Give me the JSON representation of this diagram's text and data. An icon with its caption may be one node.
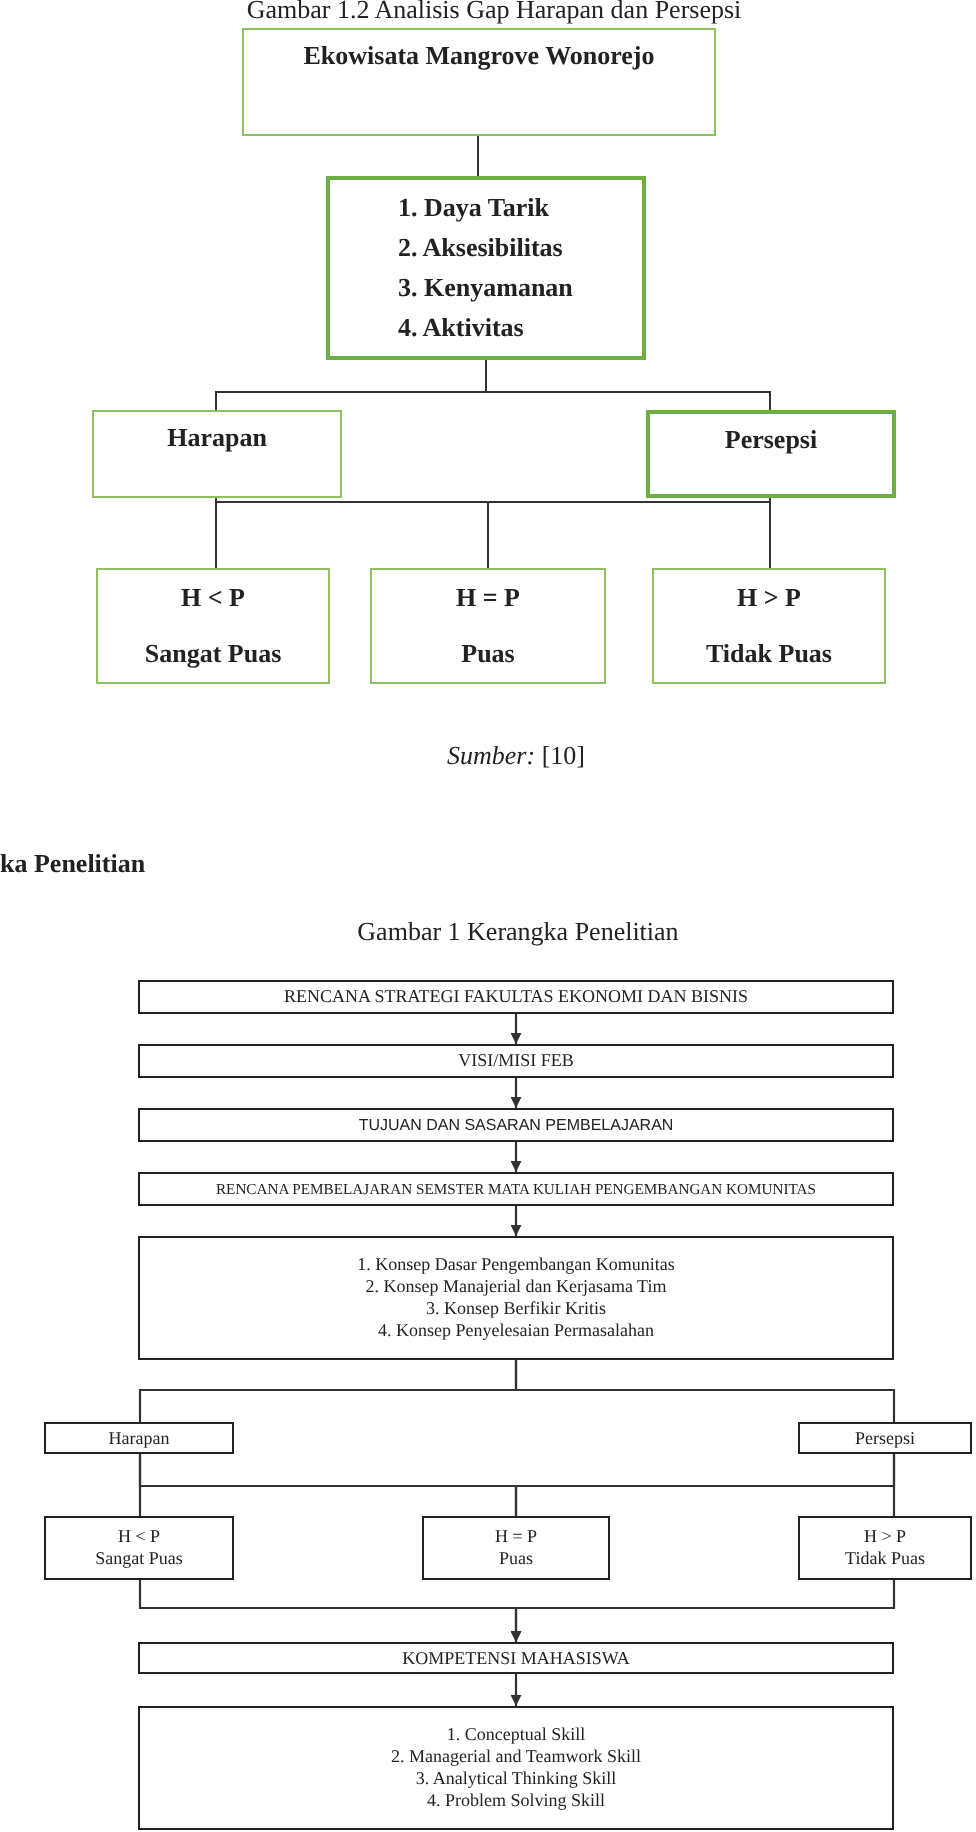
{
  "diagram": {
    "title": "Gambar 1 Kerangka Penelitian",
    "nodes": [
      {
        "text": [
          "Ekowisata Mangrove Wonorejo"
        ]
      },
      {
        "text": [
          "1. Daya Tarik",
          "2. Aksesibilitas",
          "3. Kenyamanan",
          "4. Aktivitas"
        ]
      },
      {
        "text": [
          "Harapan"
        ]
      },
      {
        "text": [
          "Persepsi"
        ]
      },
      {
        "text": [
          "H < P",
          "Sangat Puas"
        ]
      },
      {
        "text": [
          "H = P",
          "Puas"
        ]
      },
      {
        "text": [
          "H > P",
          "Tidak Puas"
        ]
      },
      {
        "text": [
          "RENCANA STRATEGI FAKULTAS EKONOMI DAN BISNIS"
        ]
      },
      {
        "text": [
          "VISI/MISI FEB"
        ]
      },
      {
        "text": [
          "TUJUAN DAN SASARAN PEMBELAJARAN"
        ]
      },
      {
        "text": [
          "RENCANA PEMBELAJARAN SEMSTER MATA KULIAH PENGEMBANGAN KOMUNITAS"
        ]
      },
      {
        "text": [
          "1. Konsep Dasar Pengembangan Komunitas",
          "2. Konsep Manajerial dan Kerjasama Tim",
          "3. Konsep Berfikir Kritis",
          "4. Konsep Penyelesaian Permasalahan"
        ]
      },
      {
        "text": [
          "Harapan"
        ]
      },
      {
        "text": [
          "Persepsi"
        ]
      },
      {
        "text": [
          "H < P",
          "Sangat Puas"
        ]
      },
      {
        "text": [
          "H = P",
          "Puas"
        ]
      },
      {
        "text": [
          "H > P",
          "Tidak Puas"
        ]
      },
      {
        "text": [
          "KOMPETENSI MAHASISWA"
        ]
      },
      {
        "text": [
          "1. Conceptual Skill",
          "2. Managerial and Teamwork Skill",
          "3. Analytical Thinking Skill",
          "4. Problem Solving Skill"
        ]
      }
    ],
    "edges": [
      {
        "from": 0,
        "to": 1,
        "arrow": "none"
      },
      {
        "from": 1,
        "to": 2,
        "arrow": "none"
      },
      {
        "from": 1,
        "to": 3,
        "arrow": "none"
      },
      {
        "from": 2,
        "to": 4,
        "arrow": "none"
      },
      {
        "from": 2,
        "to": 5,
        "arrow": "none"
      },
      {
        "from": 3,
        "to": 5,
        "arrow": "none"
      },
      {
        "from": 3,
        "to": 6,
        "arrow": "none"
      },
      {
        "from": 7,
        "to": 8,
        "arrow": "to"
      },
      {
        "from": 8,
        "to": 9,
        "arrow": "to"
      },
      {
        "from": 9,
        "to": 10,
        "arrow": "to"
      },
      {
        "from": 10,
        "to": 11,
        "arrow": "to"
      },
      {
        "from": 11,
        "to": 12,
        "arrow": "none"
      },
      {
        "from": 11,
        "to": 13,
        "arrow": "none"
      },
      {
        "from": 12,
        "to": 14,
        "arrow": "none"
      },
      {
        "from": 12,
        "to": 15,
        "arrow": "none"
      },
      {
        "from": 13,
        "to": 15,
        "arrow": "none"
      },
      {
        "from": 13,
        "to": 16,
        "arrow": "none"
      },
      {
        "from": 14,
        "to": 17,
        "arrow": "to"
      },
      {
        "from": 16,
        "to": 17,
        "arrow": "to"
      },
      {
        "from": 17,
        "to": 18,
        "arrow": "to"
      }
    ],
    "labels": [
      "Gambar 1.2 Analisis Gap Harapan dan Persepsi",
      "*Sumber:* [10]",
      "ka Penelitian"
    ]
  }
}
